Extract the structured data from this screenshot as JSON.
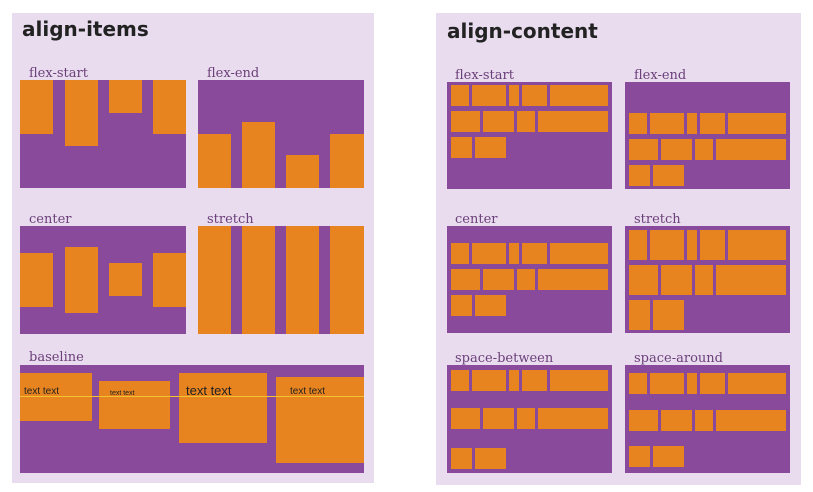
{
  "panels": {
    "items": {
      "title": "align-items"
    },
    "content": {
      "title": "align-content"
    }
  },
  "labels": {
    "flex_start": "flex-start",
    "flex_end": "flex-end",
    "center": "center",
    "stretch": "stretch",
    "baseline": "baseline",
    "space_between": "space-between",
    "space_around": "space-around"
  },
  "baseline_texts": [
    "text text",
    "text text",
    "text text",
    "text text"
  ],
  "colors": {
    "panel_bg": "#e9dcef",
    "container": "#8a4a9c",
    "item": "#e8841f",
    "baseline_line": "#f2c230",
    "label_text": "#6b3f79"
  }
}
